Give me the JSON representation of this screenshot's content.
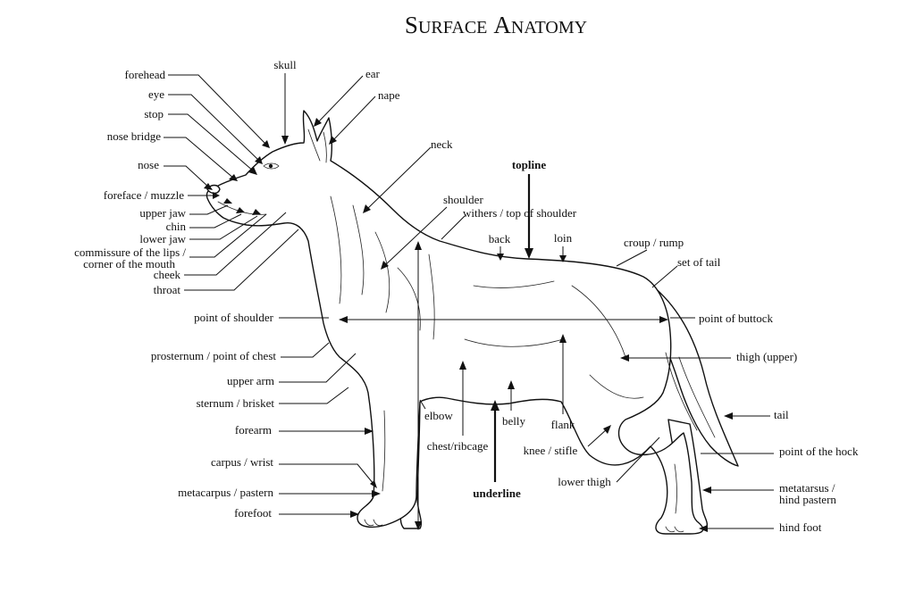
{
  "title": {
    "text": "Surface Anatomy",
    "big1": "S",
    "small1": "URFACE",
    "big2": "A",
    "small2": "NATOMY"
  },
  "labels": {
    "forehead": "forehead",
    "eye": "eye",
    "stop": "stop",
    "nose_bridge": "nose bridge",
    "nose": "nose",
    "foreface_muzzle": "foreface / muzzle",
    "upper_jaw": "upper jaw",
    "chin": "chin",
    "lower_jaw": "lower jaw",
    "commissure_1": "commissure of the lips /",
    "commissure_2": "corner of the mouth",
    "cheek": "cheek",
    "throat": "throat",
    "skull": "skull",
    "ear": "ear",
    "nape": "nape",
    "neck": "neck",
    "topline": "topline",
    "shoulder": "shoulder",
    "withers": "withers / top of shoulder",
    "back": "back",
    "loin": "loin",
    "croup_rump": "croup / rump",
    "set_of_tail": "set of tail",
    "point_of_shoulder": "point of shoulder",
    "point_of_buttock": "point of buttock",
    "prosternum": "prosternum / point of chest",
    "thigh_upper": "thigh (upper)",
    "upper_arm": "upper arm",
    "sternum_brisket": "sternum / brisket",
    "tail": "tail",
    "elbow": "elbow",
    "belly": "belly",
    "flank": "flank",
    "forearm": "forearm",
    "chest_ribcage": "chest/ribcage",
    "knee_stifle": "knee / stifle",
    "point_of_hock": "point of the hock",
    "carpus_wrist": "carpus / wrist",
    "lower_thigh": "lower thigh",
    "metacarpus_pastern": "metacarpus / pastern",
    "underline": "underline",
    "metatarsus_1": "metatarsus /",
    "metatarsus_2": "hind pastern",
    "forefoot": "forefoot",
    "hind_foot": "hind foot"
  }
}
